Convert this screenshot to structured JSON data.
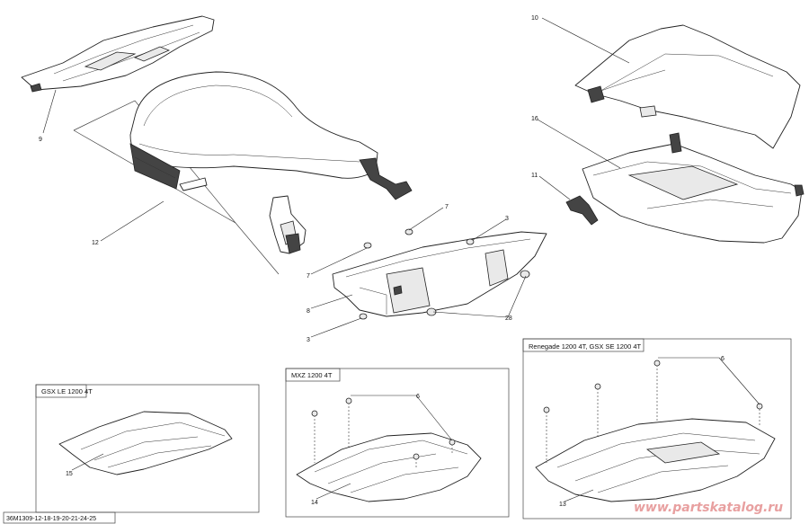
{
  "callouts": {
    "c1": "10",
    "c2": "9",
    "c3": "16",
    "c4": "11",
    "c5": "12",
    "c6": "7",
    "c7": "3",
    "c8": "7",
    "c9": "8",
    "c10": "28",
    "c11": "3",
    "c12": "15",
    "c13": "6",
    "c14": "14",
    "c15": "6",
    "c16": "13"
  },
  "boxes": {
    "gsx_le": "GSX LE 1200 4T",
    "mxz": "MXZ 1200 4T",
    "renegade": "Renegade 1200 4T, GSX SE 1200 4T"
  },
  "drawing_id": "36M1309-12-18-19-20-21-24-25",
  "watermark": "www.partskatalog.ru"
}
